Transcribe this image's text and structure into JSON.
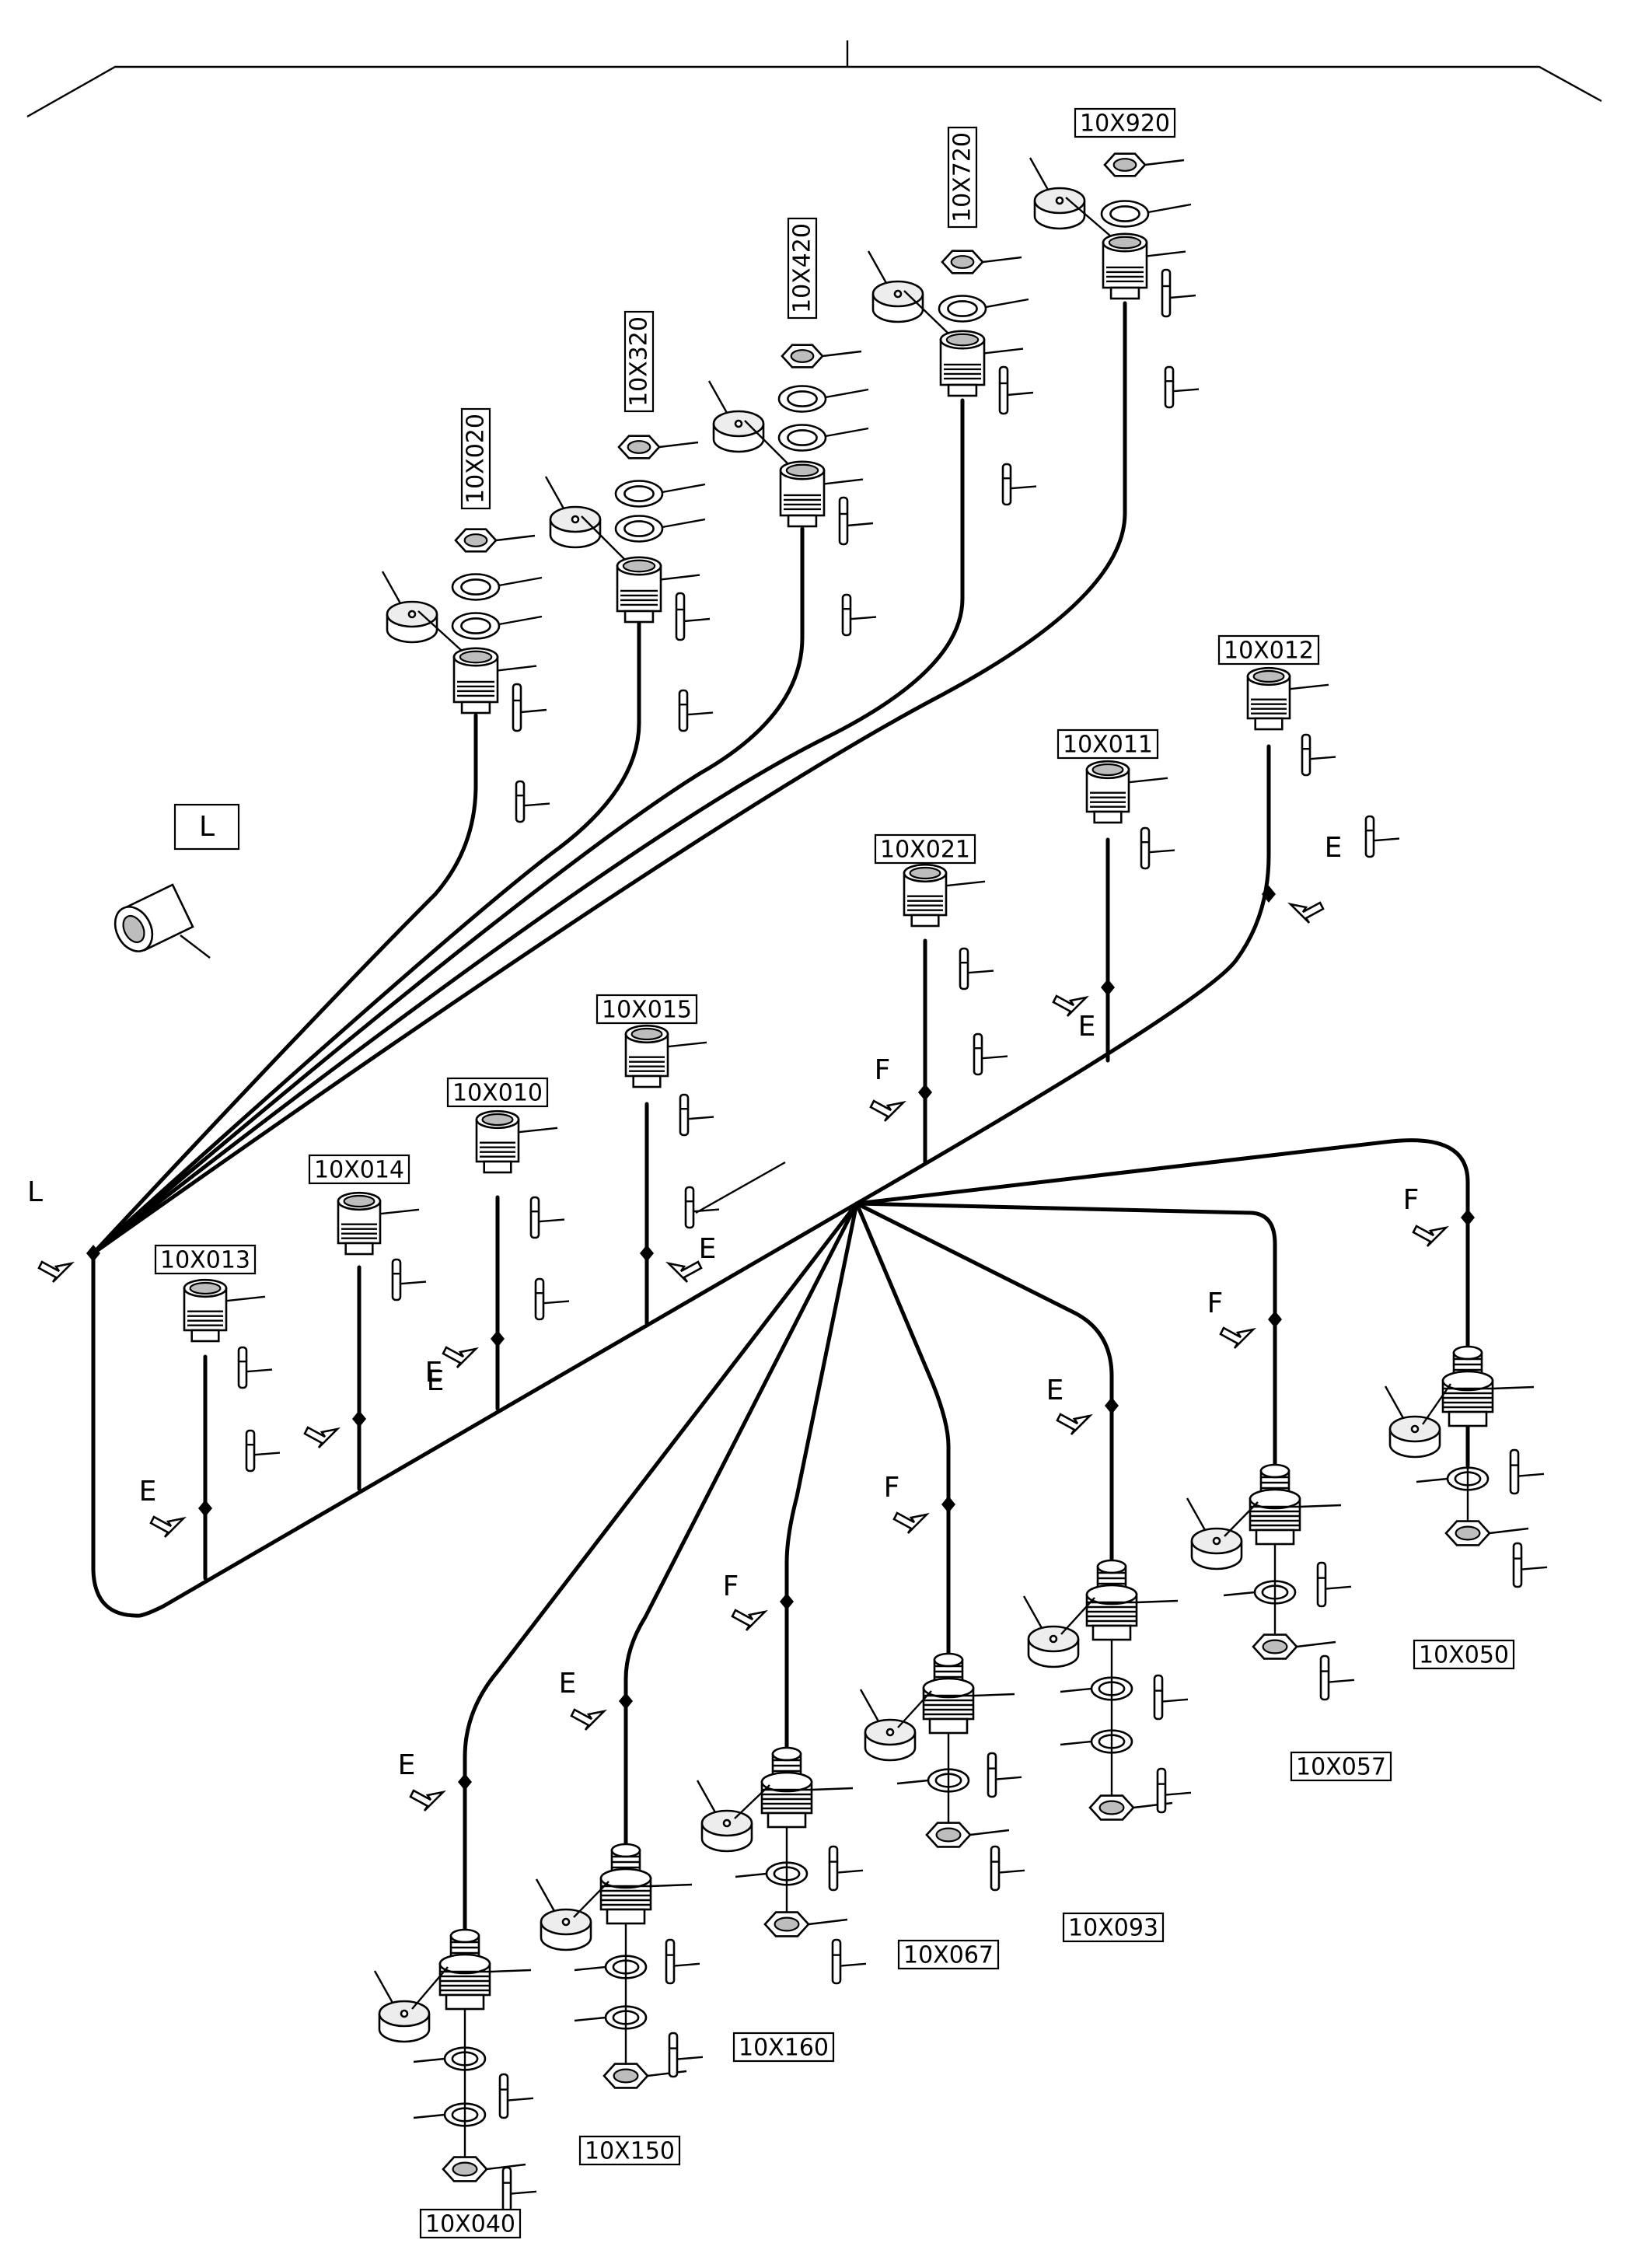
{
  "diagram": {
    "bracket_label": "L",
    "connector_labels": [
      "10X020",
      "10X320",
      "10X420",
      "10X720",
      "10X920",
      "10X012",
      "10X011",
      "10X021",
      "10X015",
      "10X010",
      "10X014",
      "10X013",
      "10X040",
      "10X150",
      "10X160",
      "10X067",
      "10X093",
      "10X057",
      "10X050"
    ],
    "breakout_letters": {
      "L": "L",
      "E": "E",
      "F": "F"
    }
  }
}
